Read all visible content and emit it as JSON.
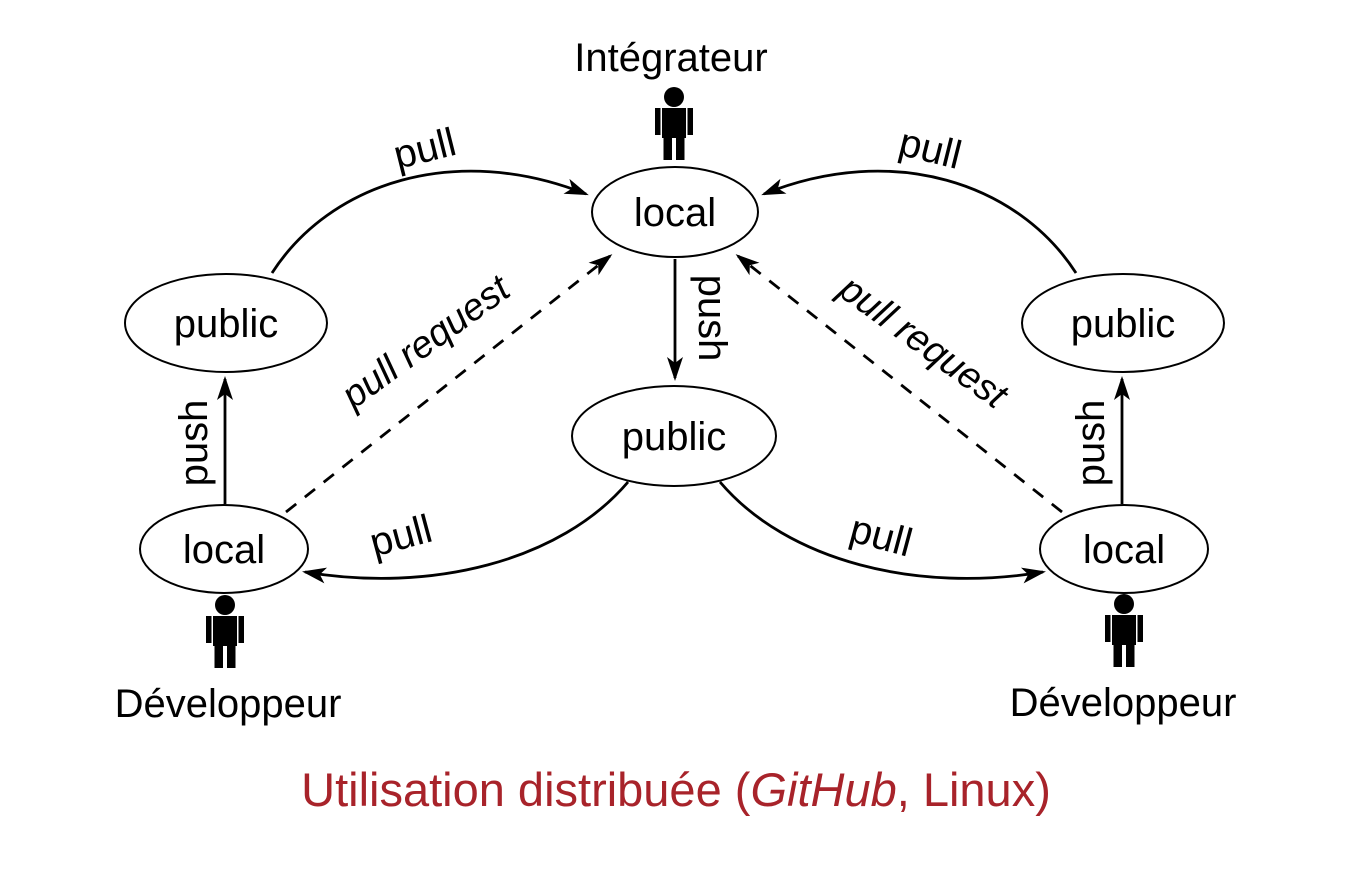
{
  "actors": {
    "integrator": "Intégrateur",
    "developer_left": "Développeur",
    "developer_right": "Développeur"
  },
  "nodes": {
    "integrator_local": "local",
    "left_public": "public",
    "right_public": "public",
    "central_public": "public",
    "developer_left_local": "local",
    "developer_right_local": "local"
  },
  "edges": {
    "pull_top_left": "pull",
    "pull_top_right": "pull",
    "push_center": "push",
    "push_left": "push",
    "push_right": "push",
    "pull_request_left": "pull request",
    "pull_request_right": "pull request",
    "pull_bottom_left": "pull",
    "pull_bottom_right": "pull"
  },
  "caption": {
    "part1": "Utilisation distribuée (",
    "italic": "GitHub",
    "part2": ", Linux)",
    "color": "#A8232A"
  },
  "colors": {
    "ink": "#000000",
    "background": "#FFFFFF"
  }
}
